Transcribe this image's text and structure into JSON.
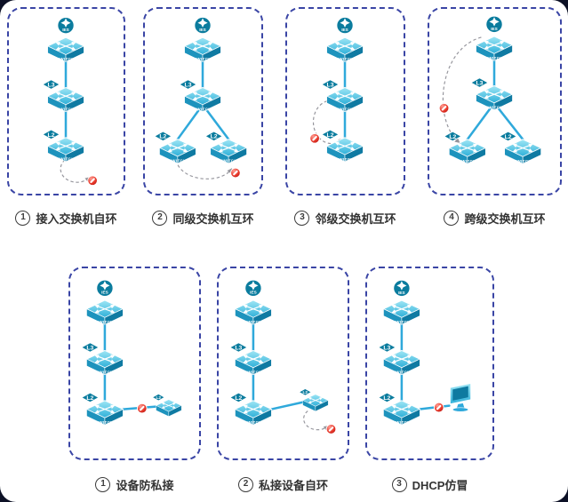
{
  "labels": {
    "switch": "SWITCH",
    "l3": "L3",
    "l2": "L2",
    "ies": "IES"
  },
  "captions": {
    "top": [
      {
        "num": "1",
        "text": "接入交换机自环"
      },
      {
        "num": "2",
        "text": "同级交换机互环"
      },
      {
        "num": "3",
        "text": "邻级交换机互环"
      },
      {
        "num": "4",
        "text": "跨级交换机互环"
      }
    ],
    "bottom": [
      {
        "num": "1",
        "text": "设备防私接"
      },
      {
        "num": "2",
        "text": "私接设备自环"
      },
      {
        "num": "3",
        "text": "DHCP仿冒"
      }
    ]
  },
  "colors": {
    "background": "#0d1126",
    "card": "#ffffff",
    "panel_border": "#3a45a5",
    "link_blue": "#2fa9db",
    "switch_cyan": "#2fb0d9",
    "badge_teal": "#0b7c9e",
    "loop_gray": "#95959c",
    "forbidden_red": "#c21111",
    "caption_text": "#333333"
  }
}
